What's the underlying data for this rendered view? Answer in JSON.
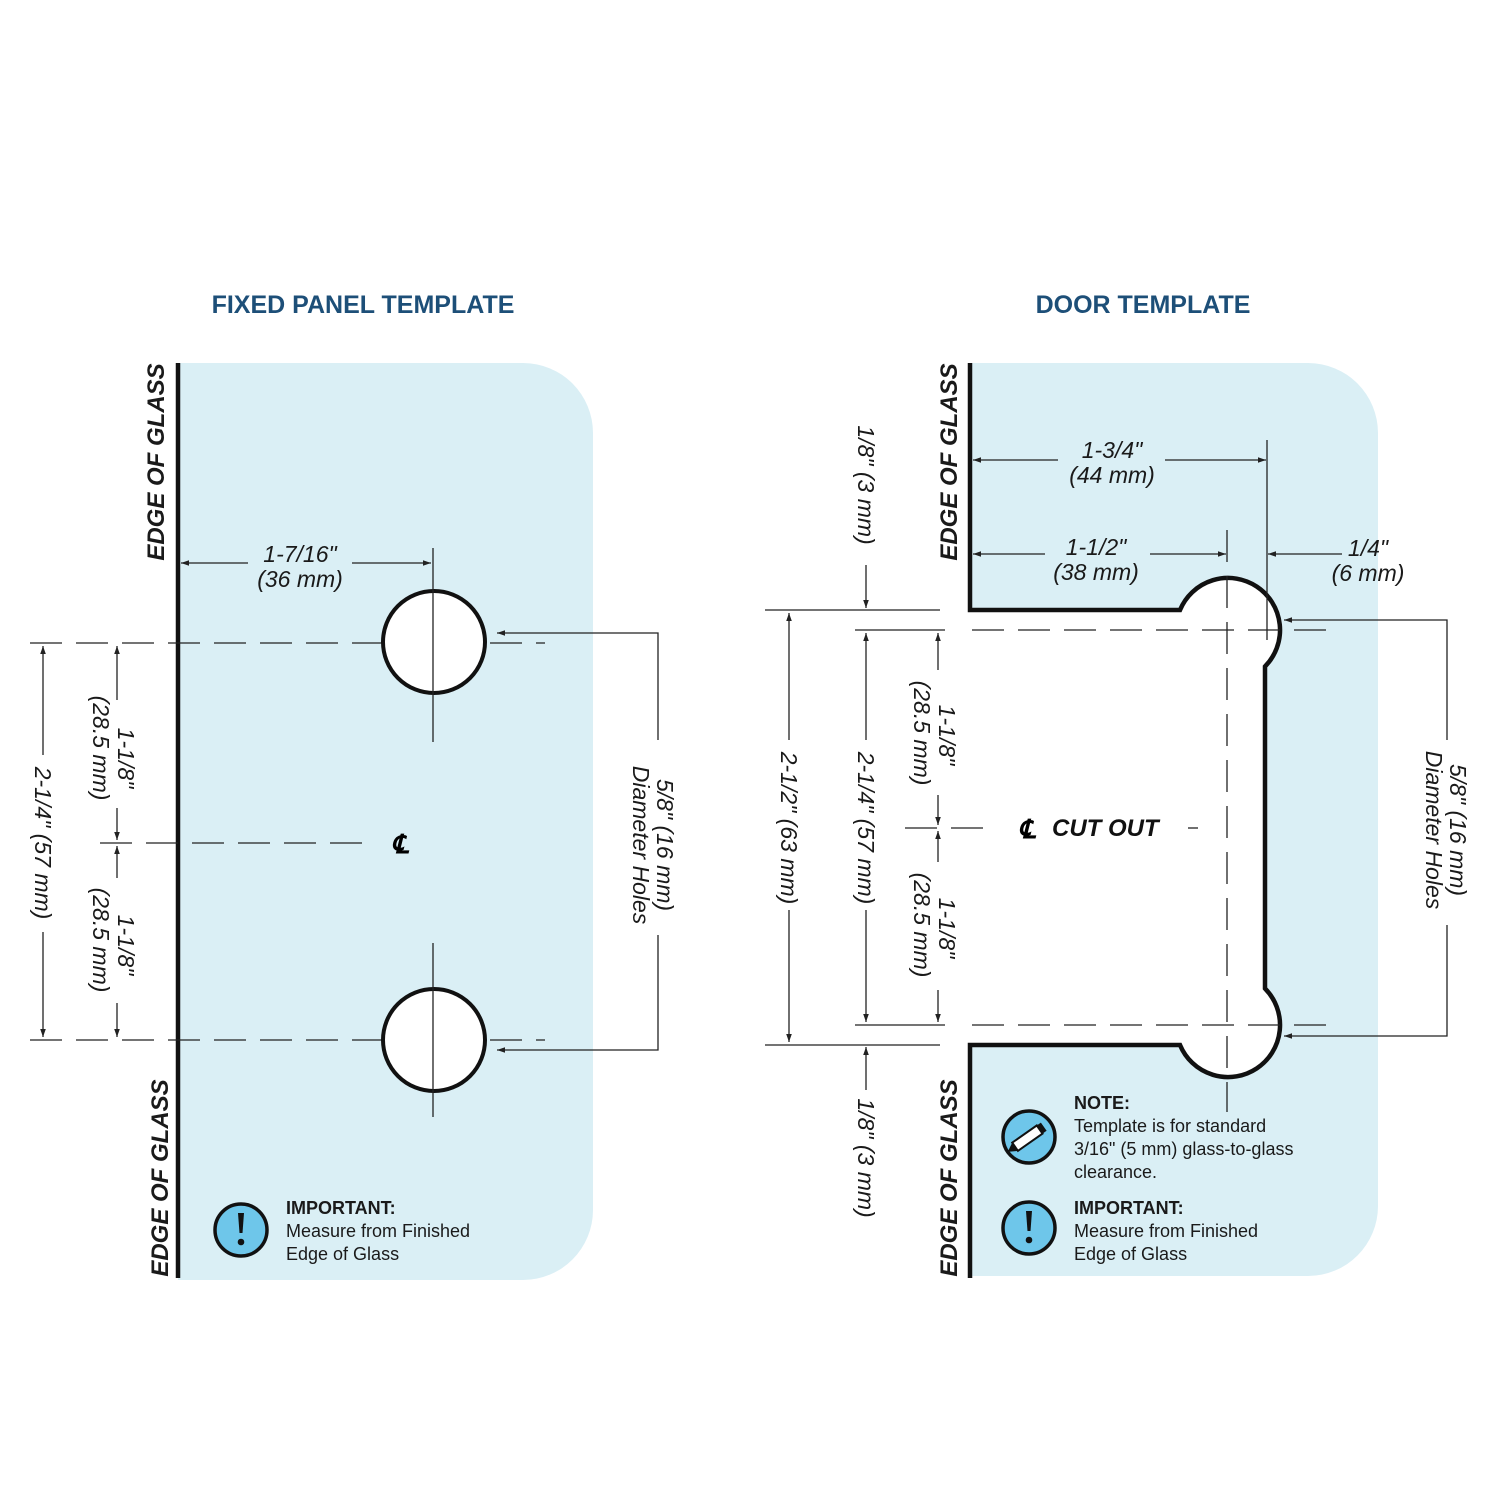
{
  "colors": {
    "title": "#1d4f78",
    "glass": "#daeff5",
    "icon": "#6ec6ea"
  },
  "fixed_panel": {
    "title": "FIXED PANEL TEMPLATE",
    "edge_label_top": "EDGE OF GLASS",
    "edge_label_bottom": "EDGE OF GLASS",
    "dim_horizontal": {
      "inch": "1-7/16\"",
      "mm": "(36 mm)"
    },
    "dim_total": "2-1/4\" (57 mm)",
    "dim_upper": {
      "inch": "1-1/8\"",
      "mm": "(28.5 mm)"
    },
    "dim_lower": {
      "inch": "1-1/8\"",
      "mm": "(28.5 mm)"
    },
    "centerline": "℄",
    "holes": {
      "line1": "5/8\" (16 mm)",
      "line2": "Diameter Holes"
    },
    "important": {
      "heading": "IMPORTANT:",
      "line1": "Measure from Finished",
      "line2": "Edge of Glass",
      "icon": "exclamation-icon"
    }
  },
  "door": {
    "title": "DOOR TEMPLATE",
    "edge_label_top": "EDGE OF GLASS",
    "edge_label_bottom": "EDGE OF GLASS",
    "dim_outer": {
      "inch": "1-3/4\"",
      "mm": "(44 mm)"
    },
    "dim_center": {
      "inch": "1-1/2\"",
      "mm": "(38 mm)"
    },
    "dim_offset": {
      "inch": "1/4\"",
      "mm": "(6 mm)"
    },
    "dim_gap_top": "1/8\" (3 mm)",
    "dim_gap_bottom": "1/8\" (3 mm)",
    "dim_cutout": "2-1/2\" (63 mm)",
    "dim_total": "2-1/4\" (57 mm)",
    "dim_upper": {
      "inch": "1-1/8\"",
      "mm": "(28.5 mm)"
    },
    "dim_lower": {
      "inch": "1-1/8\"",
      "mm": "(28.5 mm)"
    },
    "centerline": "℄",
    "cutout_label": "CUT OUT",
    "holes": {
      "line1": "5/8\" (16 mm)",
      "line2": "Diameter Holes"
    },
    "note": {
      "heading": "NOTE:",
      "line1": "Template is for standard",
      "line2": "3/16\" (5 mm) glass-to-glass",
      "line3": "clearance.",
      "icon": "pencil-icon"
    },
    "important": {
      "heading": "IMPORTANT:",
      "line1": "Measure from Finished",
      "line2": "Edge of Glass",
      "icon": "exclamation-icon"
    }
  }
}
